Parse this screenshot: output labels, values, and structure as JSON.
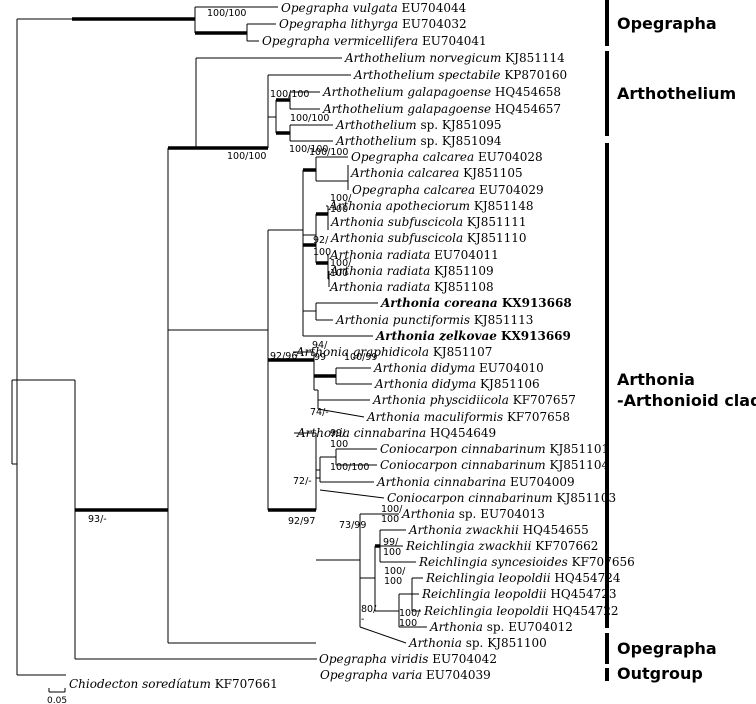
{
  "taxa": [
    {
      "genus": "Opegrapha vulgata",
      "acc": "EU704044",
      "bold": false
    },
    {
      "genus": "Opegrapha lithyrga",
      "acc": "EU704032",
      "bold": false
    },
    {
      "genus": "Opegrapha vermicellifera",
      "acc": "EU704041",
      "bold": false
    },
    {
      "genus": "Arthothelium norvegicum",
      "acc": "KJ851114",
      "bold": false
    },
    {
      "genus": "Arthothelium spectabile",
      "acc": "KP870160",
      "bold": false
    },
    {
      "genus": "Arthothelium galapagoense",
      "acc": "HQ454658",
      "bold": false
    },
    {
      "genus": "Arthothelium galapagoense",
      "acc": "HQ454657",
      "bold": false
    },
    {
      "genus": "Arthothelium",
      "acc": "sp. KJ851095",
      "bold": false
    },
    {
      "genus": "Arthothelium",
      "acc": "sp. KJ851094",
      "bold": false
    },
    {
      "genus": "Opegrapha calcarea",
      "acc": "EU704028",
      "bold": false
    },
    {
      "genus": "Arthonia calcarea",
      "acc": "KJ851105",
      "bold": false
    },
    {
      "genus": "Opegrapha calcarea",
      "acc": "EU704029",
      "bold": false
    },
    {
      "genus": "Arthonia apotheciorum",
      "acc": "KJ851148",
      "bold": false
    },
    {
      "genus": "Arthonia subfuscicola",
      "acc": "KJ851111",
      "bold": false
    },
    {
      "genus": "Arthonia subfuscicola",
      "acc": "KJ851110",
      "bold": false
    },
    {
      "genus": "Arthonia radiata",
      "acc": "EU704011",
      "bold": false
    },
    {
      "genus": "Arthonia radiata",
      "acc": "KJ851109",
      "bold": false
    },
    {
      "genus": "Arthonia radiata",
      "acc": "KJ851108",
      "bold": false
    },
    {
      "genus": "Arthonia coreana",
      "acc": "KX913668",
      "bold": true
    },
    {
      "genus": "Arthonia punctiformis",
      "acc": "KJ851113",
      "bold": false
    },
    {
      "genus": "Arthonia zelkovae",
      "acc": "KX913669",
      "bold": true
    },
    {
      "genus": "Arthonia graphidicola",
      "acc": "KJ851107",
      "bold": false
    },
    {
      "genus": "Arthonia didyma",
      "acc": "EU704010",
      "bold": false
    },
    {
      "genus": "Arthonia didyma",
      "acc": "KJ851106",
      "bold": false
    },
    {
      "genus": "Arthonia physcidiicola",
      "acc": "KF707657",
      "bold": false
    },
    {
      "genus": "Arthonia maculiformis",
      "acc": "KF707658",
      "bold": false
    },
    {
      "genus": "Arthonia cinnabarina",
      "acc": "HQ454649",
      "bold": false
    },
    {
      "genus": "Coniocarpon cinnabarinum",
      "acc": "KJ851101",
      "bold": false
    },
    {
      "genus": "Coniocarpon cinnabarinum",
      "acc": "KJ851104",
      "bold": false
    },
    {
      "genus": "Arthonia cinnabarina",
      "acc": "EU704009",
      "bold": false
    },
    {
      "genus": "Coniocarpon cinnabarinum",
      "acc": "KJ851103",
      "bold": false
    },
    {
      "genus": "Arthonia",
      "acc": "sp. EU704013",
      "bold": false
    },
    {
      "genus": "Arthonia zwackhii",
      "acc": "HQ454655",
      "bold": false
    },
    {
      "genus": "Reichlingia zwackhii",
      "acc": "KF707662",
      "bold": false
    },
    {
      "genus": "Reichlingia syncesioides",
      "acc": "KF707656",
      "bold": false
    },
    {
      "genus": "Reichlingia leopoldii",
      "acc": "HQ454724",
      "bold": false
    },
    {
      "genus": "Reichlingia leopoldii",
      "acc": "HQ454723",
      "bold": false
    },
    {
      "genus": "Reichlingia leopoldii",
      "acc": "HQ454722",
      "bold": false
    },
    {
      "genus": "Arthonia",
      "acc": "sp. EU704012",
      "bold": false
    },
    {
      "genus": "Arthonia",
      "acc": "sp. KJ851100",
      "bold": false
    },
    {
      "genus": "Opegrapha viridis",
      "acc": "EU704042",
      "bold": false
    },
    {
      "genus": "Opegrapha varia",
      "acc": "EU704039",
      "bold": false
    },
    {
      "genus": "Chiodecton soredíatum",
      "acc": "KF707661",
      "bold": false
    }
  ],
  "support": [
    "100/100",
    "100/100",
    "100/100",
    "100/100",
    "100/100",
    "100/100",
    "100/",
    "100",
    "92/",
    "100",
    "100/",
    "100",
    "94/",
    "99",
    "100/99",
    "74/-",
    "92/96",
    "99/",
    "100",
    "100/100",
    "72/-",
    "92/97",
    "73/99",
    "100/",
    "100",
    "99/",
    "100",
    "100/",
    "100",
    "100/",
    "100",
    "80/",
    "-",
    "93/-"
  ],
  "clades": [
    "Opegrapha",
    "Arthothelium",
    "Arthonia",
    "-Arthonioid clade",
    "Opegrapha",
    "Outgroup"
  ],
  "scale_label": "0.05"
}
